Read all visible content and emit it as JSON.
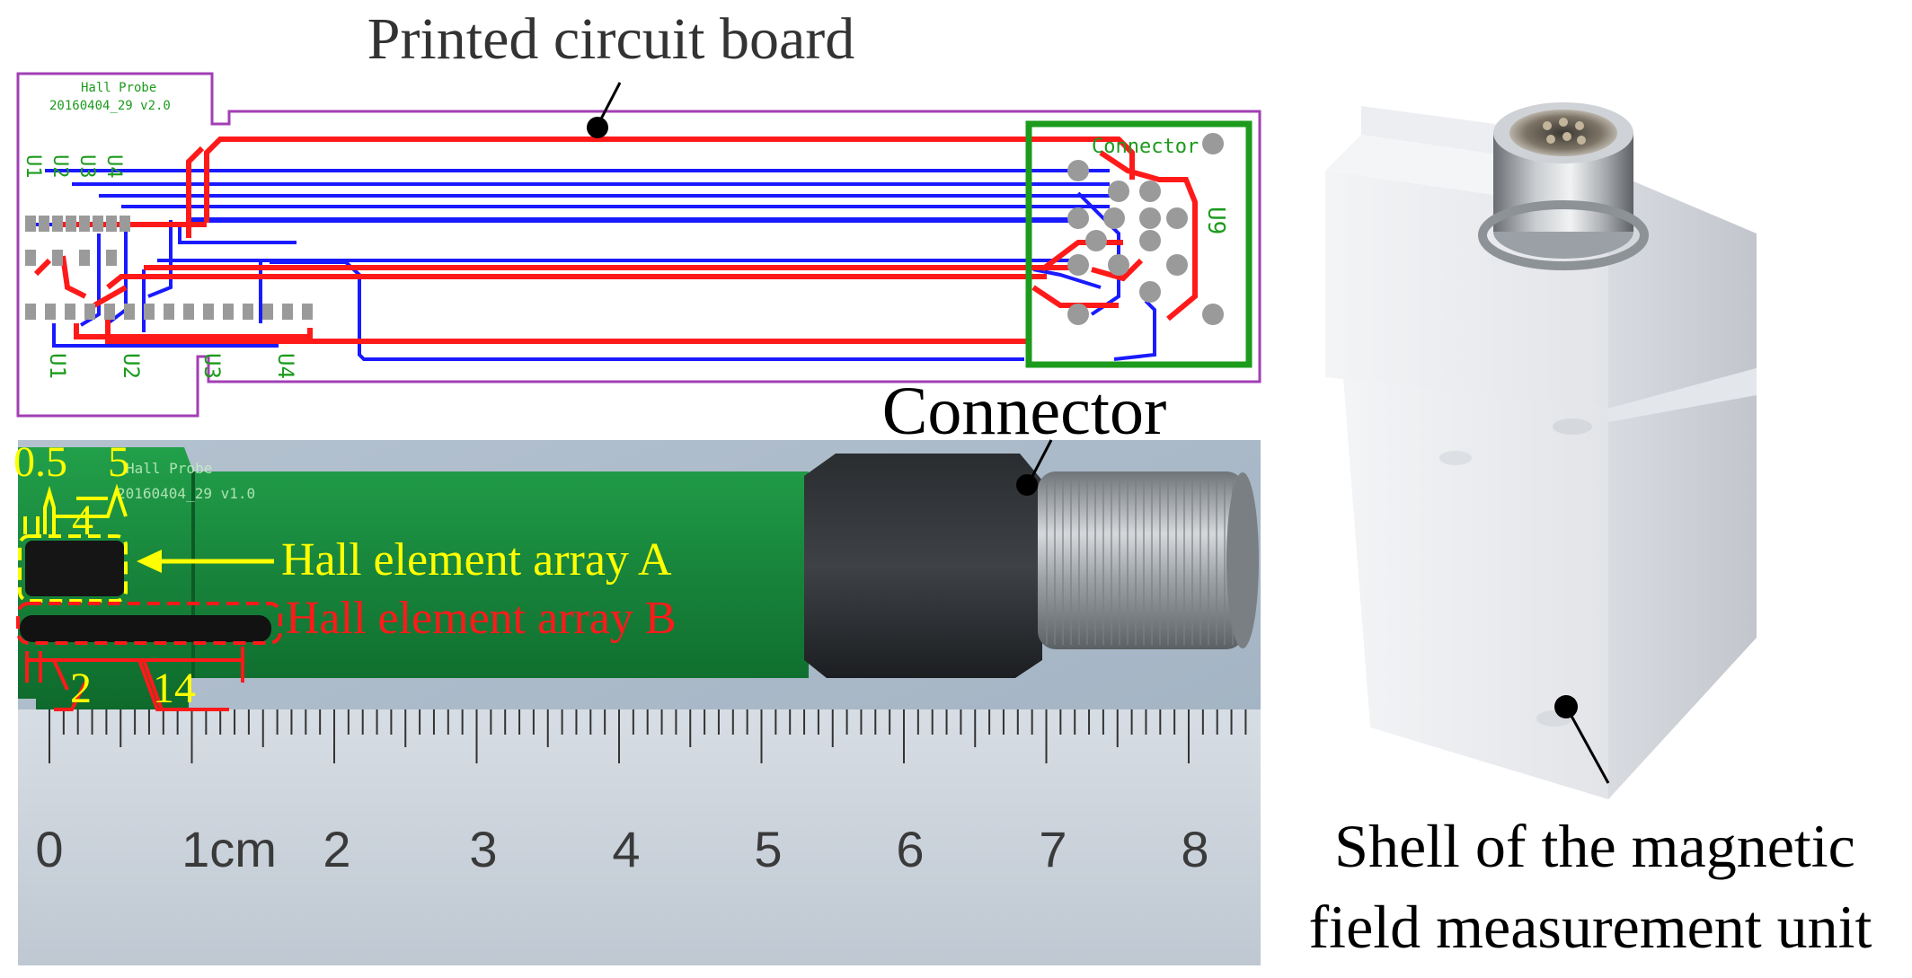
{
  "labels": {
    "pcb_title": "Printed circuit board",
    "connector": "Connector",
    "array_a": "Hall element array A",
    "array_b": "Hall element array B",
    "shell_line1": "Shell of the magnetic",
    "shell_line2": "field measurement unit"
  },
  "pcb": {
    "silk_title": "Hall Probe",
    "silk_rev": "20160404_29 v2.0",
    "silk_connector": "Connector",
    "silk_u9": "U9",
    "u_labels": [
      "U1",
      "U2",
      "U3",
      "U4"
    ],
    "colors": {
      "outline": "#a23fb4",
      "top_trace": "#ff1a1a",
      "bottom_trace": "#1a1aff",
      "silk": "#1c9b1c",
      "pad": "#9a9a9a"
    }
  },
  "photo": {
    "pcb_silk_title": "Hall Probe",
    "pcb_silk_rev": "20160404_29 v1.0",
    "dim_top": [
      "0.5",
      "5",
      "4"
    ],
    "dim_bottom": [
      "2",
      "14"
    ],
    "ruler": [
      "0",
      "1cm",
      "2",
      "3",
      "4",
      "5",
      "6",
      "7",
      "8"
    ],
    "colors": {
      "array_a": "#ffff00",
      "array_b": "#ff1a1a"
    }
  }
}
